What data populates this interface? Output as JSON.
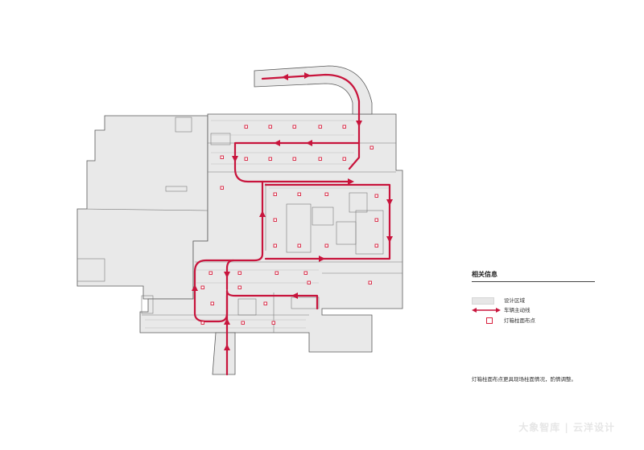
{
  "legend": {
    "title": "相关信息",
    "items": [
      {
        "label": "设计区域"
      },
      {
        "label": "车辆主动线"
      },
      {
        "label": "灯箱柱面布点"
      }
    ]
  },
  "note": "灯箱柱面布点更具现场柱面情况，酌情调整。",
  "watermark": "大象智库 | 云洋设计",
  "colors": {
    "accent": "#c8143c",
    "area": "#e7e7e7",
    "wall": "#555555"
  }
}
